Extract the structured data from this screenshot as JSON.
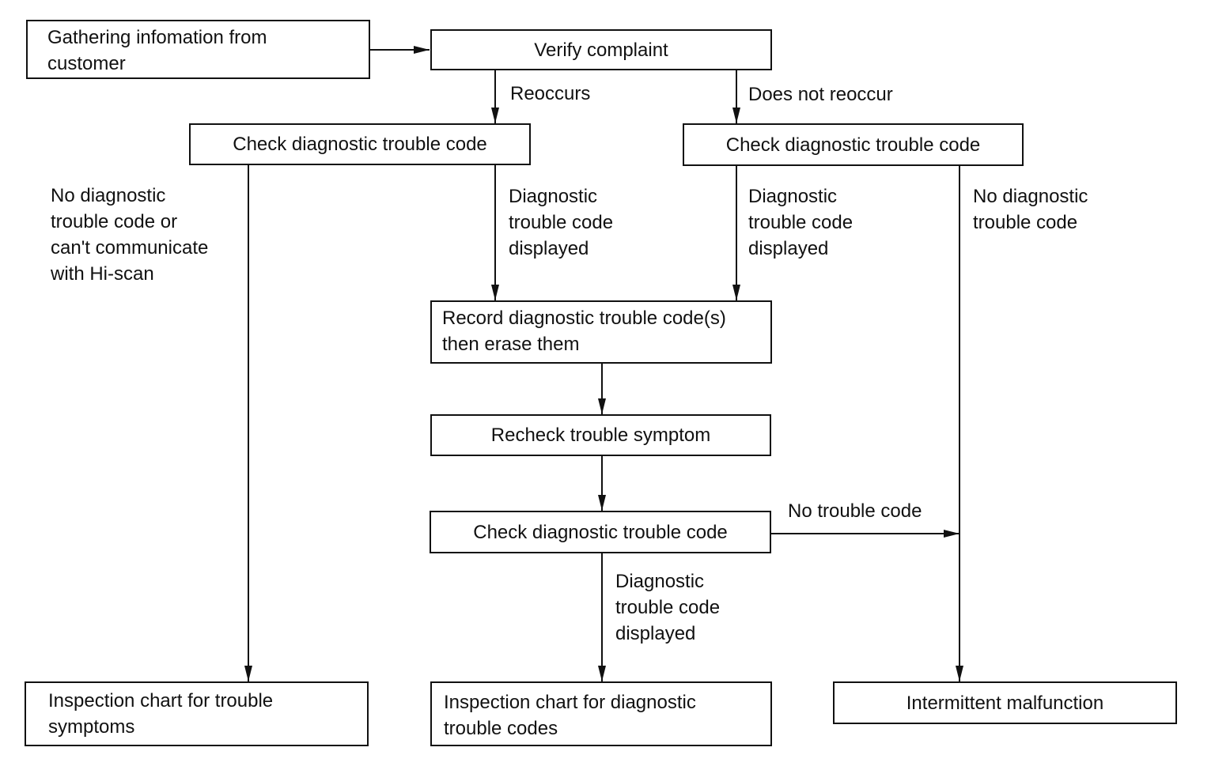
{
  "nodes": {
    "gather": [
      "Gathering infomation from",
      "customer"
    ],
    "verify": "Verify complaint",
    "check_left": "Check diagnostic trouble code",
    "check_right": "Check diagnostic trouble code",
    "record": [
      "Record diagnostic trouble code(s)",
      "then erase them"
    ],
    "recheck": "Recheck trouble symptom",
    "check_mid": "Check diagnostic trouble code",
    "inspect_symptoms": [
      "Inspection chart for trouble",
      "symptoms"
    ],
    "inspect_codes": [
      "Inspection chart for diagnostic",
      "trouble codes"
    ],
    "intermittent": "Intermittent malfunction"
  },
  "edge_labels": {
    "reoccurs": "Reoccurs",
    "not_reoccur": "Does not reoccur",
    "no_code_left": [
      "No diagnostic",
      "trouble code or",
      "can't communicate",
      "with Hi-scan"
    ],
    "displayed_left": [
      "Diagnostic",
      "trouble code",
      "displayed"
    ],
    "displayed_right": [
      "Diagnostic",
      "trouble code",
      "displayed"
    ],
    "no_code_right": [
      "No diagnostic",
      "trouble code"
    ],
    "no_trouble_code": "No trouble code",
    "displayed_mid": [
      "Diagnostic",
      "trouble code",
      "displayed"
    ]
  }
}
